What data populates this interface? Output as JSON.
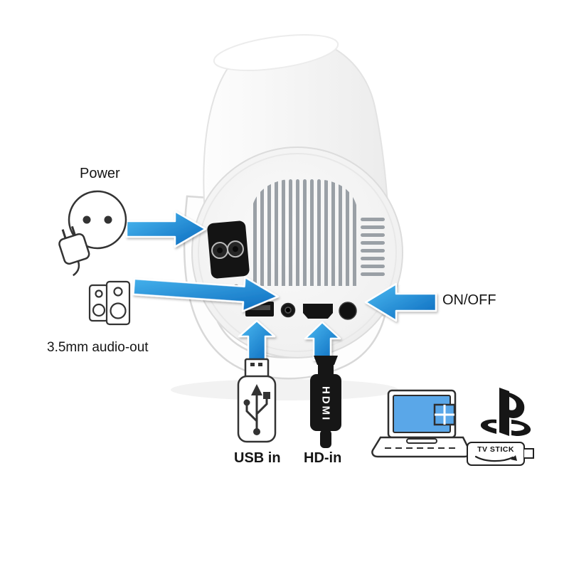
{
  "labels": {
    "power": "Power",
    "audio_out": "3.5mm audio-out",
    "on_off": "ON/OFF",
    "usb_in": "USB in",
    "hd_in": "HD-in",
    "hdmi_plug": "HDMI",
    "tv_stick": "TV STICK"
  },
  "colors": {
    "background": "#ffffff",
    "arrow_light": "#4cbbf2",
    "arrow_dark": "#0a69bd",
    "laptop_screen": "#5aa7e8",
    "port_black": "#141414",
    "outline": "#333333",
    "body_fill": "#f7f7f7",
    "vent_gray": "#9aa0a6"
  },
  "icons": [
    "power-plug-icon",
    "speakers-icon",
    "usb-drive-icon",
    "hdmi-connector-icon",
    "laptop-icon",
    "windows-window-icon",
    "playstation-logo-icon",
    "tv-stick-icon"
  ]
}
